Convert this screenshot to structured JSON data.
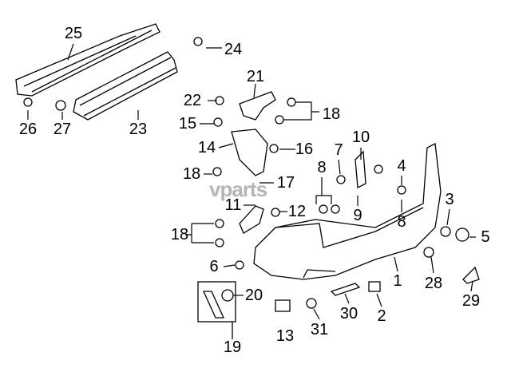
{
  "watermark": "vparts",
  "callouts": [
    {
      "id": "c25",
      "text": "25"
    },
    {
      "id": "c24",
      "text": "24"
    },
    {
      "id": "c21",
      "text": "21"
    },
    {
      "id": "c22",
      "text": "22"
    },
    {
      "id": "c18a",
      "text": "18"
    },
    {
      "id": "c15",
      "text": "15"
    },
    {
      "id": "c14",
      "text": "14"
    },
    {
      "id": "c16",
      "text": "16"
    },
    {
      "id": "c26",
      "text": "26"
    },
    {
      "id": "c27",
      "text": "27"
    },
    {
      "id": "c23",
      "text": "23"
    },
    {
      "id": "c10",
      "text": "10"
    },
    {
      "id": "c7",
      "text": "7"
    },
    {
      "id": "c4",
      "text": "4"
    },
    {
      "id": "c8a",
      "text": "8"
    },
    {
      "id": "c18b",
      "text": "18"
    },
    {
      "id": "c17",
      "text": "17"
    },
    {
      "id": "c11",
      "text": "11"
    },
    {
      "id": "c12",
      "text": "12"
    },
    {
      "id": "c9",
      "text": "9"
    },
    {
      "id": "c8b",
      "text": "8"
    },
    {
      "id": "c3",
      "text": "3"
    },
    {
      "id": "c5",
      "text": "5"
    },
    {
      "id": "c18c",
      "text": "18"
    },
    {
      "id": "c6",
      "text": "6"
    },
    {
      "id": "c1",
      "text": "1"
    },
    {
      "id": "c28",
      "text": "28"
    },
    {
      "id": "c29",
      "text": "29"
    },
    {
      "id": "c20",
      "text": "20"
    },
    {
      "id": "c30",
      "text": "30"
    },
    {
      "id": "c2",
      "text": "2"
    },
    {
      "id": "c13",
      "text": "13"
    },
    {
      "id": "c31",
      "text": "31"
    },
    {
      "id": "c19",
      "text": "19"
    }
  ]
}
